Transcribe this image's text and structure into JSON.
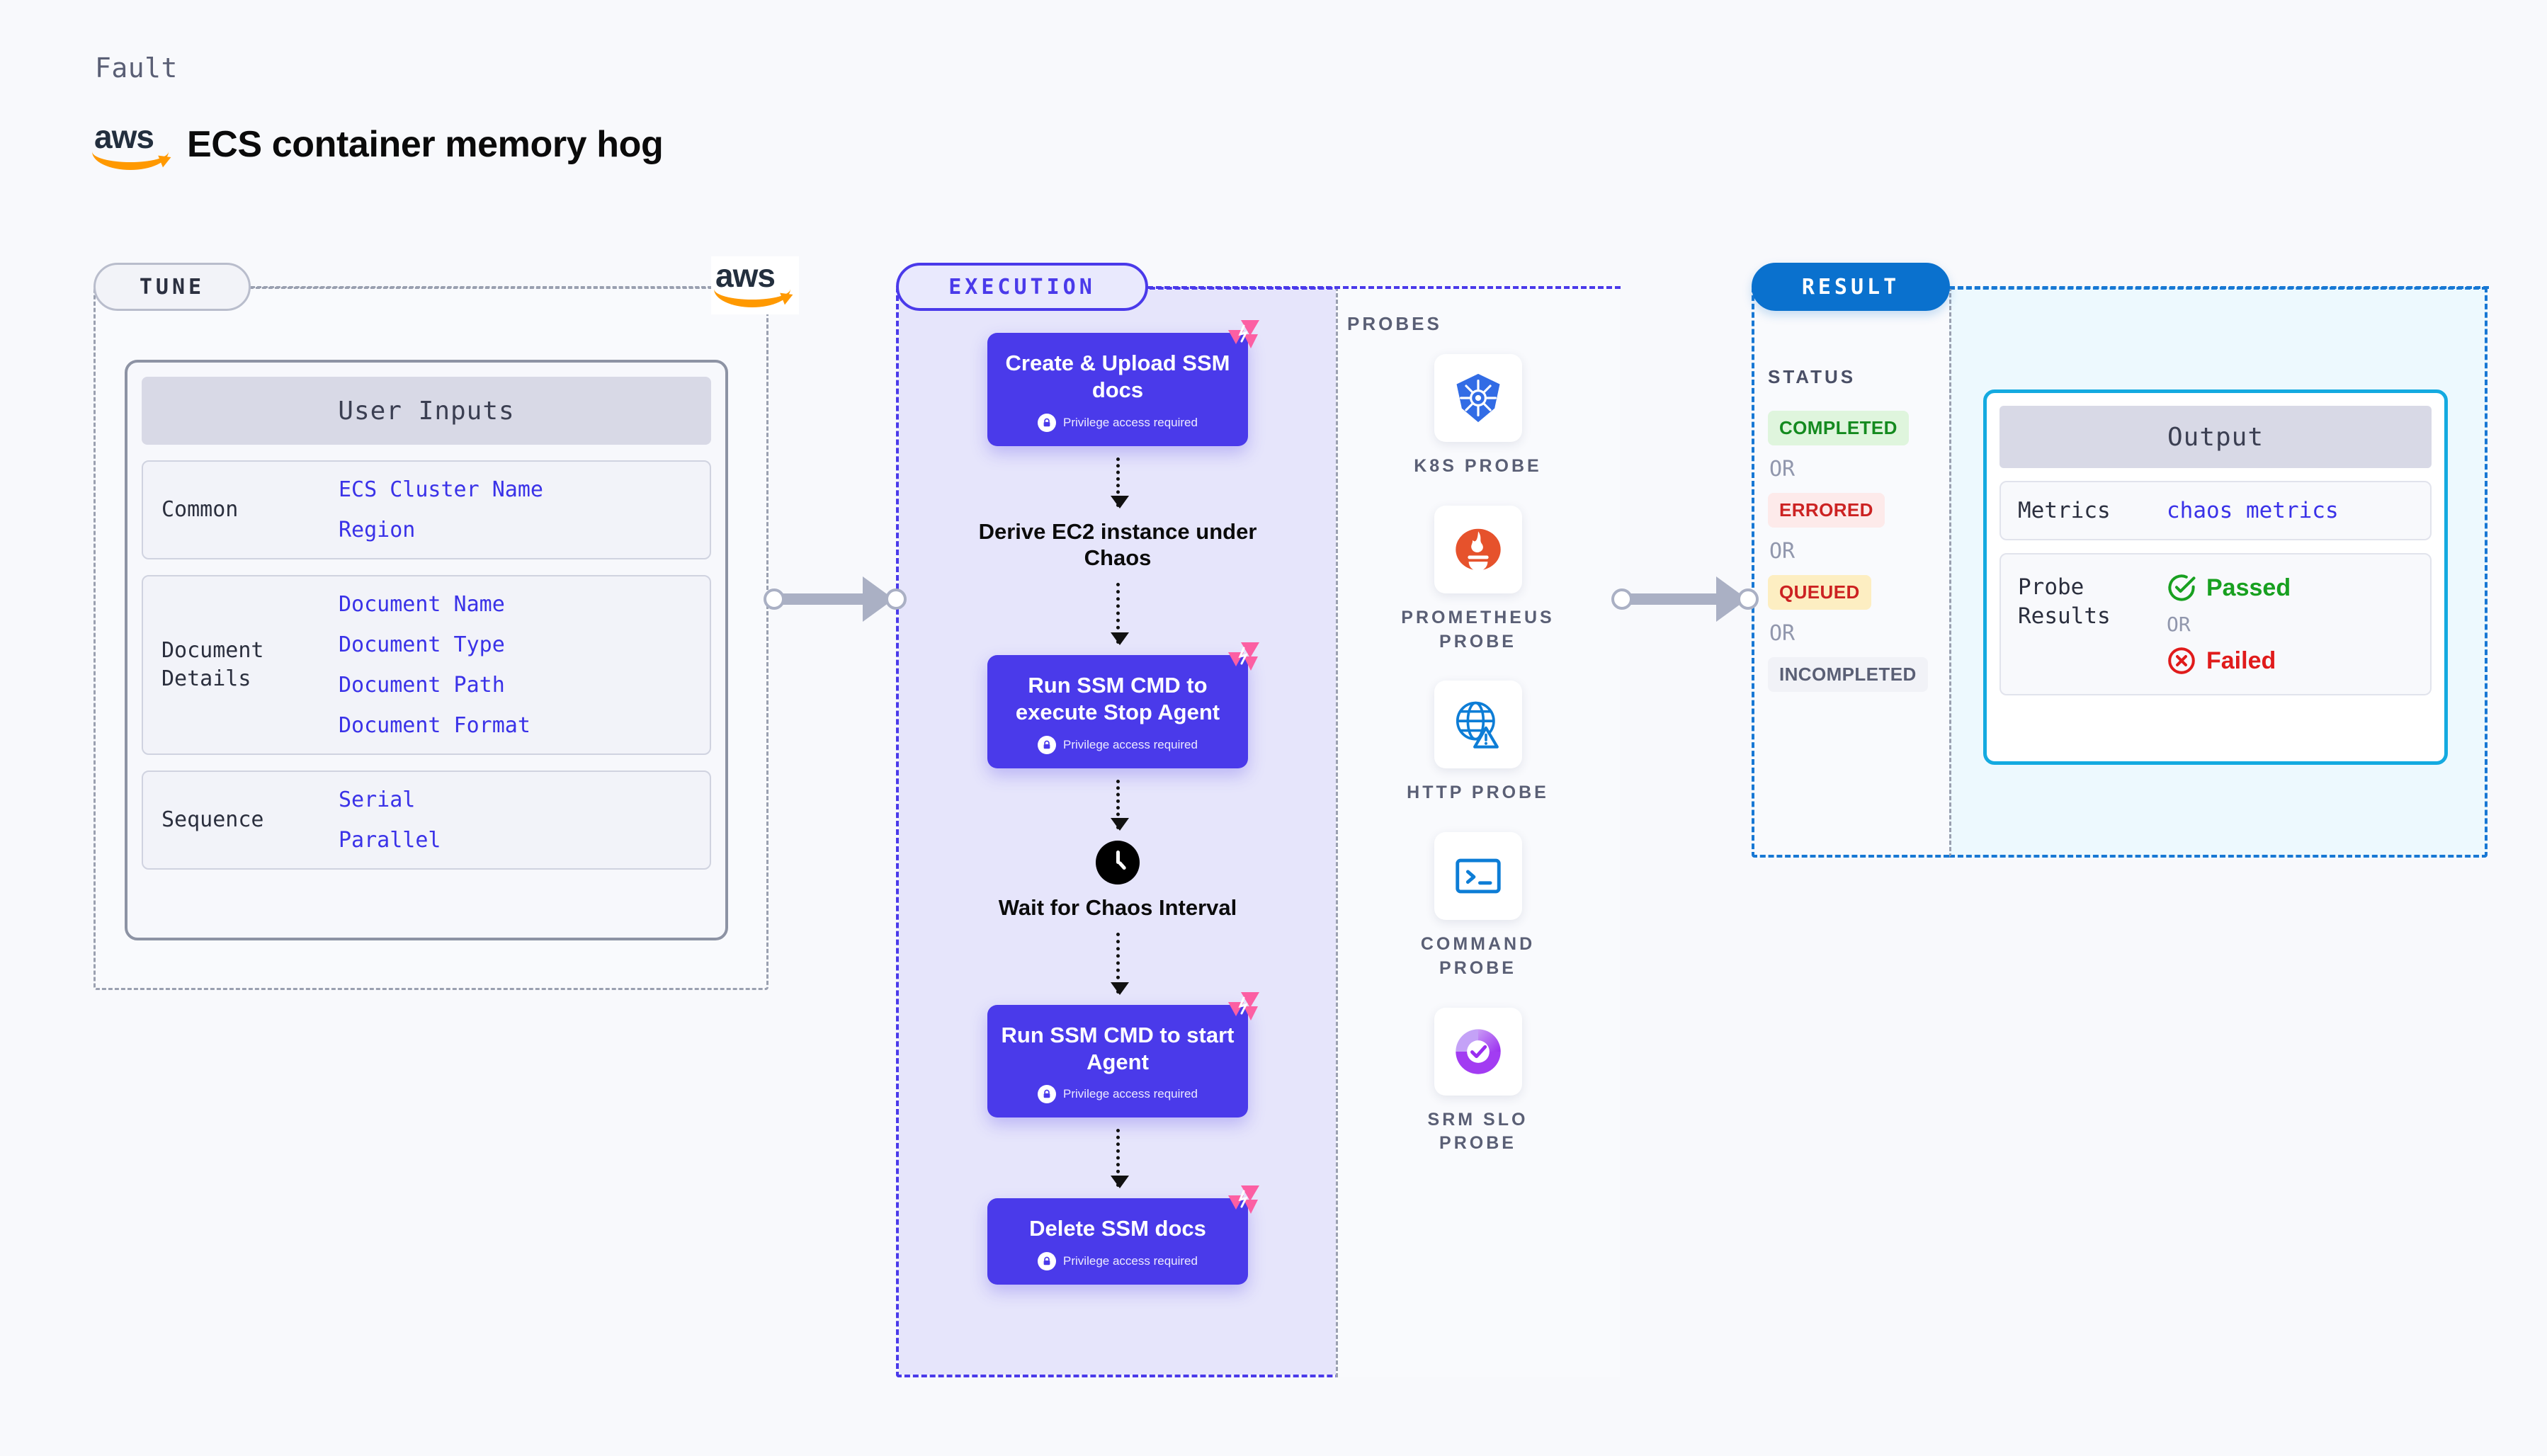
{
  "header": {
    "eyebrow": "Fault",
    "title": "ECS container memory hog",
    "logo_alt": "aws",
    "aws_wordmark": "aws"
  },
  "tune": {
    "pill_label": "TUNE",
    "card_title": "User Inputs",
    "groups": [
      {
        "label": "Common",
        "values": [
          "ECS Cluster Name",
          "Region"
        ]
      },
      {
        "label": "Document\nDetails",
        "values": [
          "Document Name",
          "Document Type",
          "Document Path",
          "Document Format"
        ]
      },
      {
        "label": "Sequence",
        "values": [
          "Serial",
          "Parallel"
        ]
      }
    ]
  },
  "execution": {
    "pill_label": "EXECUTION",
    "privilege_note": "Privilege access required",
    "steps": [
      {
        "kind": "node",
        "title": "Create & Upload SSM docs",
        "privilege": true
      },
      {
        "kind": "text",
        "title": "Derive EC2 instance under Chaos"
      },
      {
        "kind": "node",
        "title": "Run SSM CMD to execute Stop Agent",
        "privilege": true
      },
      {
        "kind": "clock",
        "title": "Wait for Chaos Interval"
      },
      {
        "kind": "node",
        "title": "Run SSM CMD to start Agent",
        "privilege": true
      },
      {
        "kind": "node",
        "title": "Delete SSM docs",
        "privilege": true
      }
    ]
  },
  "probes": {
    "label": "PROBES",
    "items": [
      {
        "name": "K8S PROBE",
        "icon": "kubernetes-icon"
      },
      {
        "name": "PROMETHEUS PROBE",
        "icon": "prometheus-icon"
      },
      {
        "name": "HTTP PROBE",
        "icon": "globe-warning-icon"
      },
      {
        "name": "COMMAND PROBE",
        "icon": "terminal-icon"
      },
      {
        "name": "SRM SLO PROBE",
        "icon": "srm-slo-icon"
      }
    ]
  },
  "result": {
    "pill_label": "RESULT",
    "status_label": "STATUS",
    "or_label": "OR",
    "statuses": [
      {
        "label": "COMPLETED",
        "bg": "#dff5dd",
        "fg": "#148a1f"
      },
      {
        "label": "ERRORED",
        "bg": "#fdeaea",
        "fg": "#cc2222"
      },
      {
        "label": "QUEUED",
        "bg": "#fdeec2",
        "fg": "#cc2222"
      },
      {
        "label": "INCOMPLETED",
        "bg": "#f1f2f7",
        "fg": "#5a5f75"
      }
    ]
  },
  "output": {
    "card_title": "Output",
    "metrics_label": "Metrics",
    "metrics_value": "chaos metrics",
    "probe_results_label": "Probe\nResults",
    "passed_label": "Passed",
    "failed_label": "Failed",
    "or_label": "OR",
    "passed_color": "#18a020",
    "failed_color": "#e01b1b"
  },
  "colors": {
    "accent_purple": "#4a3aea",
    "accent_blue": "#0a71ce",
    "accent_cyan": "#14aae0",
    "chaos_pink": "#fc5fa3",
    "aws_orange": "#ff9900",
    "background": "#f8f9fc"
  }
}
